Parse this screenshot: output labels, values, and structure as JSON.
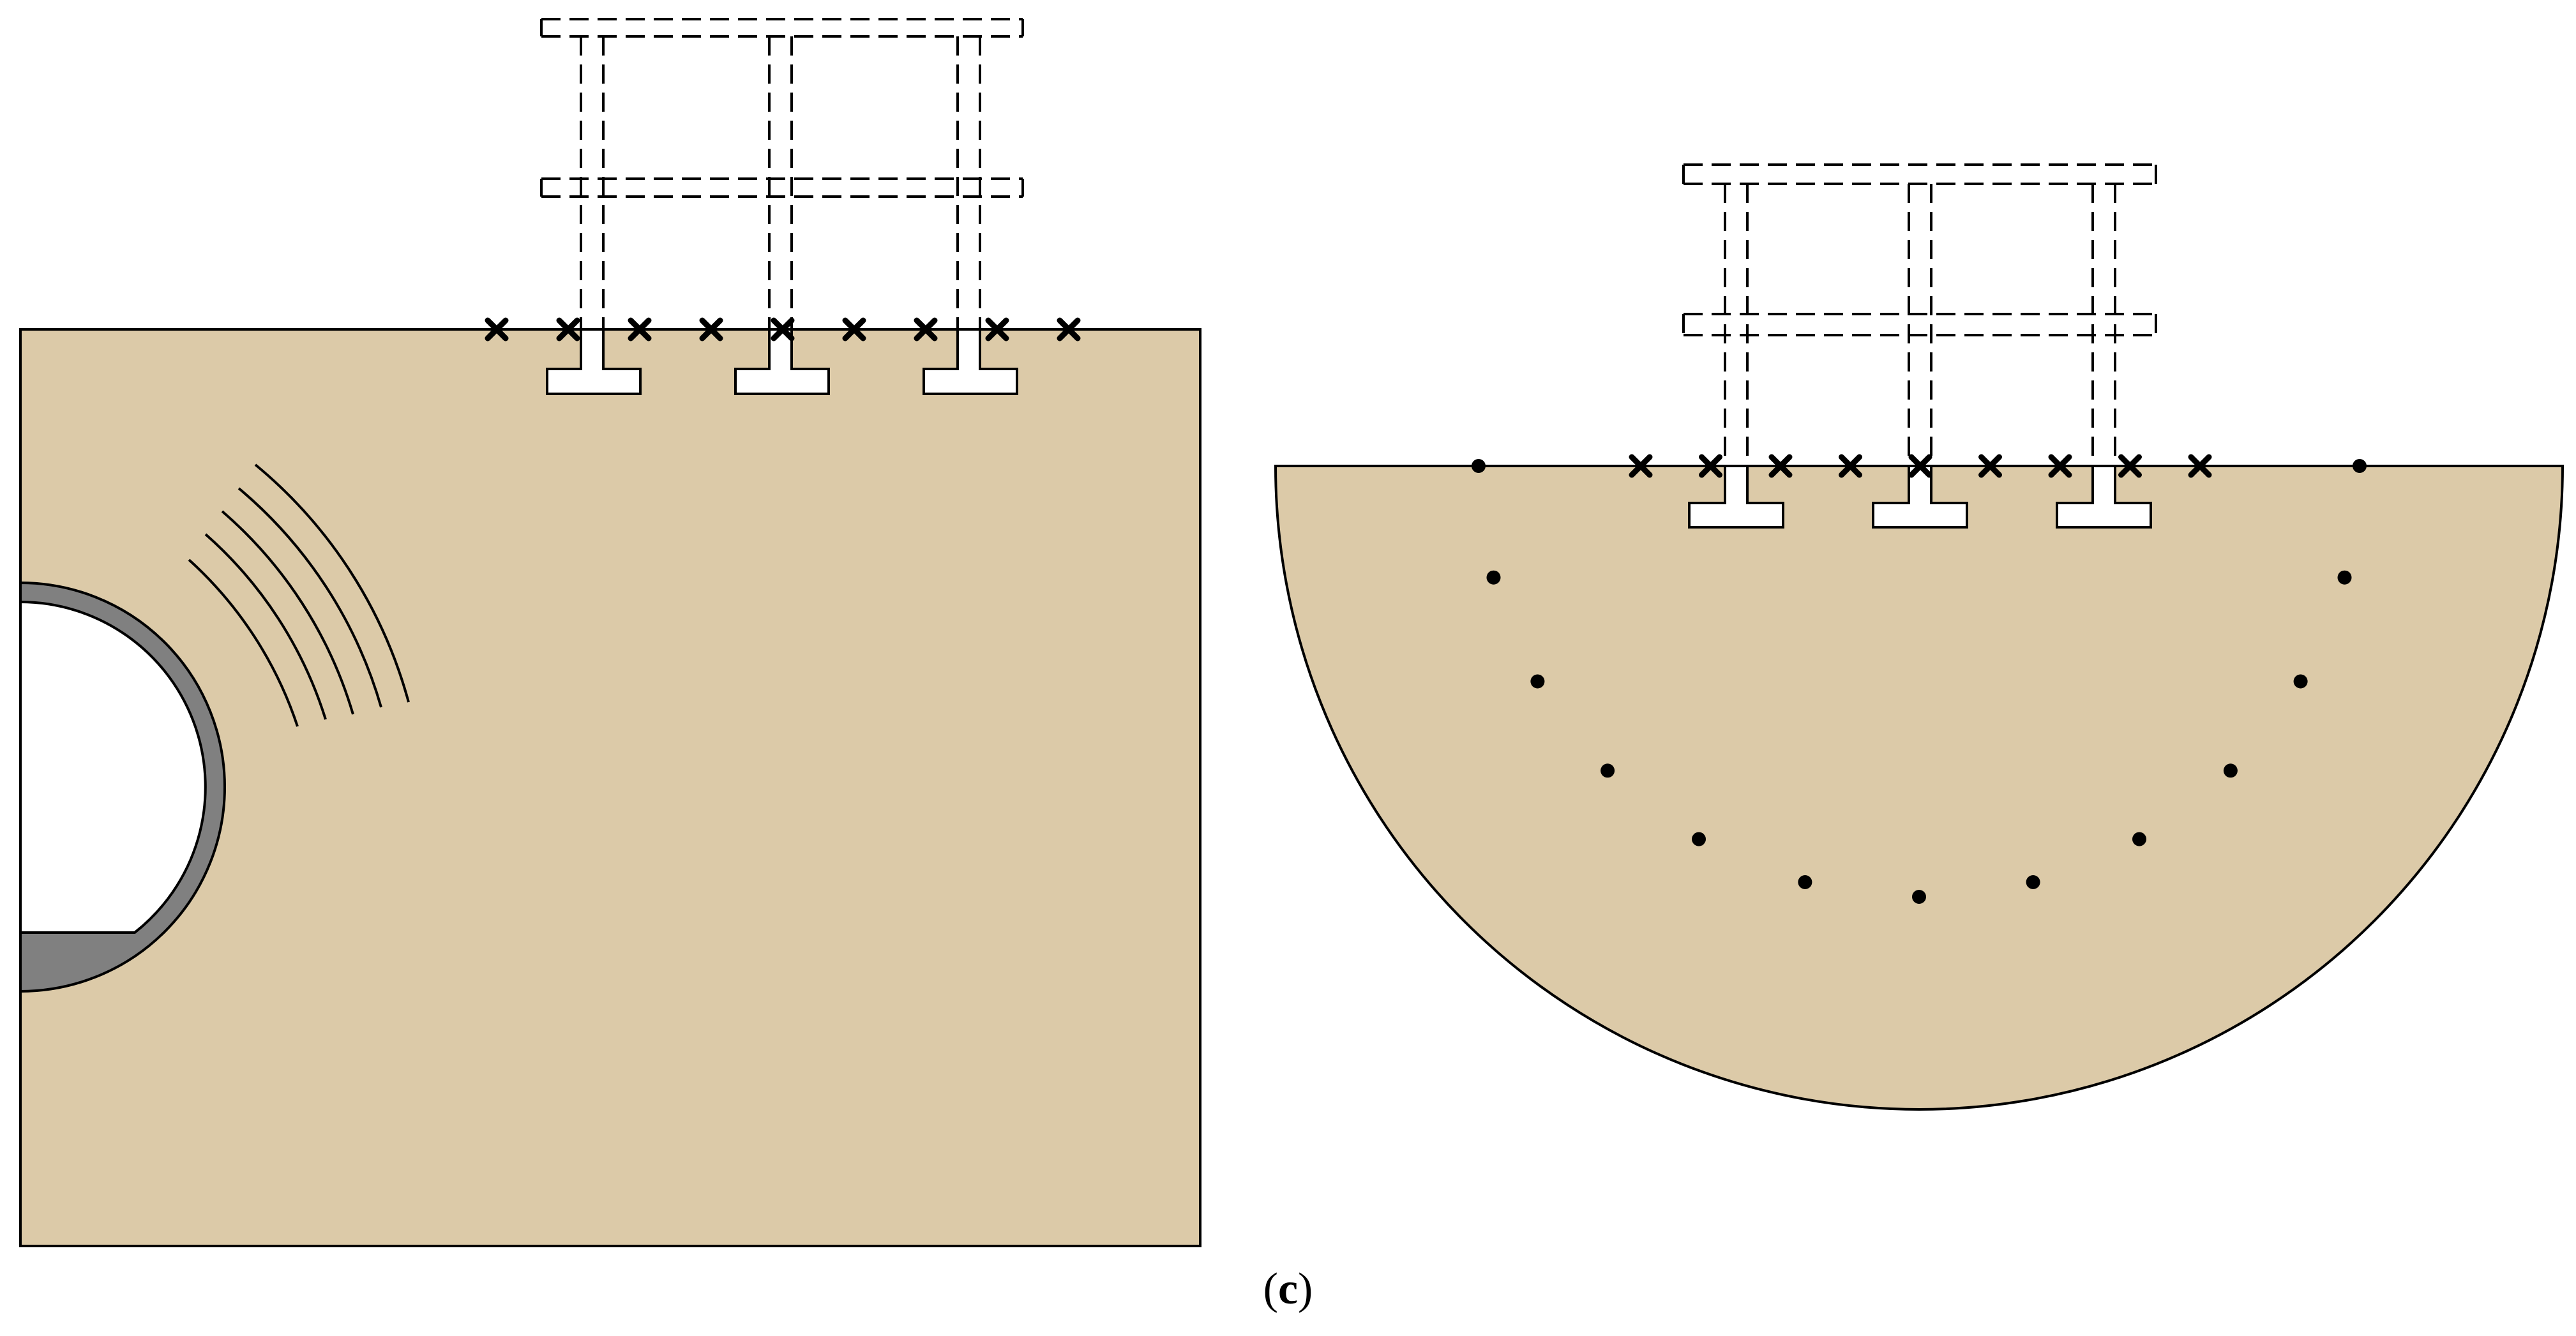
{
  "caption": {
    "open": "(",
    "label": "c",
    "close": ")"
  },
  "left_panel": {
    "description_icon": "rectangular-soil-domain-with-tunnel",
    "cross_markers": 9,
    "wave_arcs": 5,
    "footings": 3
  },
  "right_panel": {
    "description_icon": "semicircular-soil-domain",
    "cross_markers": 9,
    "dot_markers": 13,
    "footings": 3
  },
  "colors": {
    "soil": "#dccaa8",
    "lining": "#808080",
    "stroke": "#000000",
    "background": "#ffffff"
  }
}
